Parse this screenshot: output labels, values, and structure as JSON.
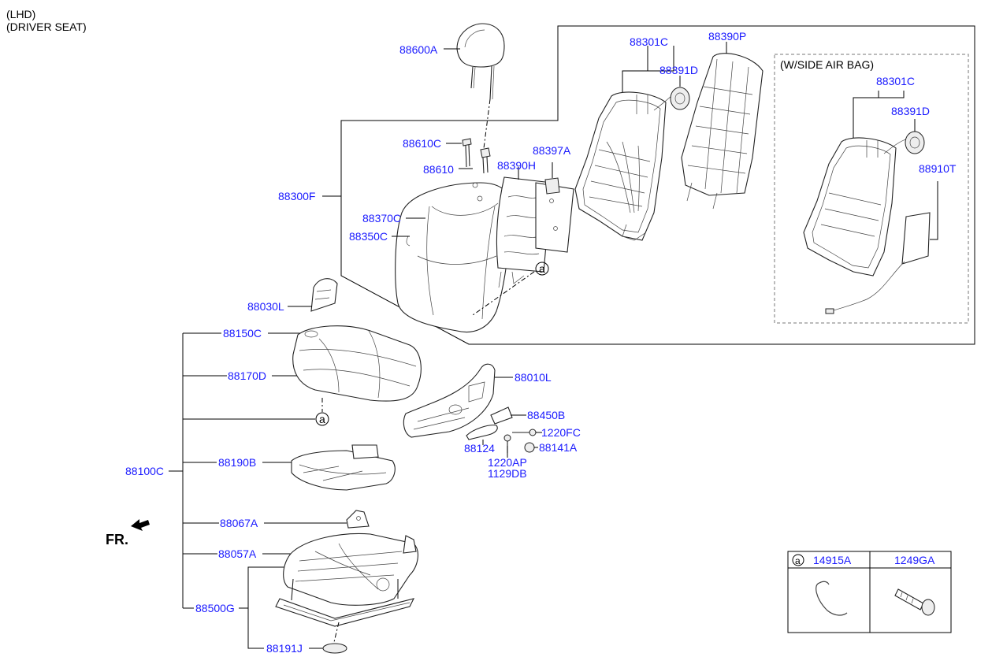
{
  "header": {
    "line1": "(LHD)",
    "line2": "(DRIVER SEAT)"
  },
  "callouts": {
    "p88600A": "88600A",
    "p88610C": "88610C",
    "p88610": "88610",
    "p88390H": "88390H",
    "p88397A": "88397A",
    "p88301C": "88301C",
    "p88391D": "88391D",
    "p88390P": "88390P",
    "side_airbag_note": "(W/SIDE AIR BAG)",
    "p88301C_ab": "88301C",
    "p88391D_ab": "88391D",
    "p88910T": "88910T",
    "p88300F": "88300F",
    "p88370C": "88370C",
    "p88350C": "88350C",
    "p88030L": "88030L",
    "p88150C": "88150C",
    "p88170D": "88170D",
    "p88010L": "88010L",
    "p88450B": "88450B",
    "p1220FC": "1220FC",
    "p88124": "88124",
    "p88141A": "88141A",
    "p1220AP": "1220AP",
    "p1129DB": "1129DB",
    "p88190B": "88190B",
    "p88100C": "88100C",
    "p88067A": "88067A",
    "p88057A": "88057A",
    "p88500G": "88500G",
    "p88191J": "88191J",
    "fr": "FR.",
    "ref_a": "a"
  },
  "legend_table": {
    "ref": "a",
    "col1": "14915A",
    "col2": "1249GA"
  }
}
